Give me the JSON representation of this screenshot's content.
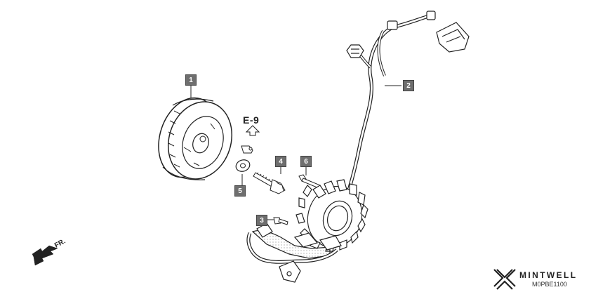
{
  "diagram": {
    "reference": "E-9",
    "direction": "FR.",
    "callouts": [
      {
        "id": "flywheel",
        "number": "1"
      },
      {
        "id": "stator-harness",
        "number": "2"
      },
      {
        "id": "bolt-a",
        "number": "3"
      },
      {
        "id": "flange-bolt",
        "number": "4"
      },
      {
        "id": "washer",
        "number": "5"
      },
      {
        "id": "bolt-b",
        "number": "6"
      }
    ]
  },
  "brand": {
    "name": "MINTWELL",
    "code": "M0PBE1100"
  }
}
